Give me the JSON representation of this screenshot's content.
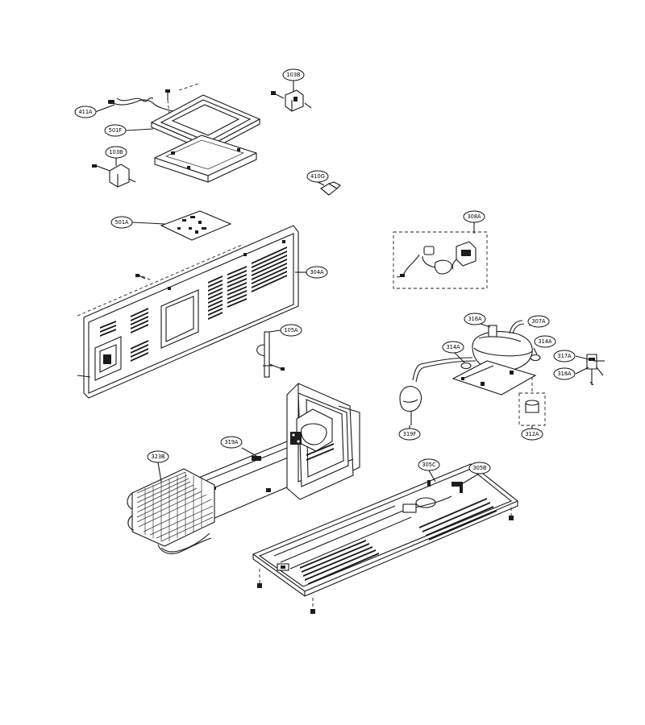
{
  "labels": {
    "p411A": "411A",
    "p501F": "501F",
    "p103B_top": "103B",
    "p103B_left": "103B",
    "p410G": "410G",
    "p501A": "501A",
    "p304A": "304A",
    "p308A": "308A",
    "p105A": "105A",
    "p316A": "316A",
    "p307A": "307A",
    "p314A_left": "314A",
    "p314A_right": "314A",
    "p317A": "317A",
    "p318A": "318A",
    "p319F": "319F",
    "p312A": "312A",
    "p319A": "319A",
    "p323B": "323B",
    "p305C": "305C",
    "p305B": "305B"
  }
}
